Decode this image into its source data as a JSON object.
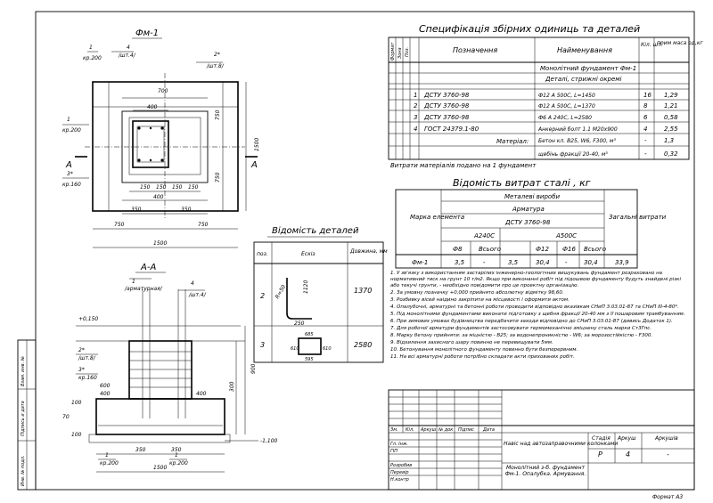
{
  "drawing": {
    "plan_title": "Фм-1",
    "section_title": "А-А",
    "plan_callouts": [
      "4",
      "/шт.4/",
      "2*",
      "/шт.8/",
      "1",
      "кр.200",
      "1",
      "кр.200",
      "3*",
      "кр.160"
    ],
    "plan_dims": [
      "700",
      "400",
      "750",
      "750",
      "1500",
      "150",
      "150",
      "150",
      "150",
      "400",
      "350",
      "350",
      "750",
      "750",
      "1500"
    ],
    "section_mark": "А",
    "section_callouts": [
      "1",
      "/арматурная/",
      "4",
      "/шт.4/",
      "2*",
      "/шт.8/",
      "3*",
      "кр.160",
      "1",
      "кр.200",
      "1",
      "кр.200"
    ],
    "section_dims": [
      "+0,150",
      "600",
      "400",
      "400",
      "100",
      "70",
      "100",
      "300",
      "900",
      "350",
      "350",
      "1500",
      "-1,100"
    ]
  },
  "spec": {
    "title": "Специфікація  збірних  одиниць  та  деталей",
    "head": {
      "format": "Формат",
      "zone": "Зона",
      "pos": "Поз.",
      "designation": "Позначення",
      "name": "Найменування",
      "qty": "Кіл. шт.",
      "mass": "прим маса од,кг"
    },
    "group1": "Монолітний фундамент Фм-1",
    "group2": "Деталі, стрижні окремі",
    "rows": [
      {
        "pos": "1",
        "designation": "ДСТУ 3760-98",
        "name": "Ф12 А 500С, L=1450",
        "qty": "16",
        "mass": "1,29"
      },
      {
        "pos": "2",
        "designation": "ДСТУ 3760-98",
        "name": "Ф12 А 500С, L=1370",
        "qty": "8",
        "mass": "1,21"
      },
      {
        "pos": "3",
        "designation": "ДСТУ 3760-98",
        "name": "Ф6 А 240С, L=2580",
        "qty": "6",
        "mass": "0,58"
      },
      {
        "pos": "4",
        "designation": "ГОСТ 24379.1-80",
        "name": "Анкерний болт 1.1  М20х900",
        "qty": "4",
        "mass": "2,55"
      }
    ],
    "materials_label": "Матеріал:",
    "materials": [
      {
        "name": "Бетон кл. В25, W6, F300,   м³",
        "qty": "-",
        "mass": "1,3"
      },
      {
        "name": "щебінь фракції 20-40,   м³",
        "qty": "-",
        "mass": "0,32"
      }
    ],
    "note": "Витрати матеріалів подано на 1 фундамент"
  },
  "steel": {
    "title": "Відомість  витрат сталі , кг",
    "h_mark": "Марка елемента",
    "h_metal": "Металеві вироби",
    "h_arm": "Арматура",
    "h_std": "ДСТУ 3760-98",
    "h_a240": "А240С",
    "h_a500": "А500С",
    "h_total": "Загальні витрати",
    "h_cells": [
      "Ф8",
      "Всього",
      "Ф12",
      "Ф16",
      "Всього"
    ],
    "row": {
      "mark": "Фм-1",
      "cells": [
        "3,5",
        "-",
        "3,5",
        "30,4",
        "-",
        "30,4",
        "33,9"
      ]
    }
  },
  "details": {
    "title": "Відомість   деталей",
    "head": {
      "pos": "поз.",
      "sketch": "Ескіз",
      "length": "Довжина, мм"
    },
    "rows": [
      {
        "pos": "2",
        "length": "1370",
        "dims": [
          "R=50",
          "1120",
          "250"
        ]
      },
      {
        "pos": "3",
        "length": "2580",
        "dims": [
          "685",
          "610",
          "610",
          "595"
        ]
      }
    ]
  },
  "notes": [
    "1. У зв'язку з використанням застарілих інженерно-геологічних вишукувань фундамент розраховано на нормативний тиск на грунт 10 т/м2. Якщо при виконанні робіт під підошвою фундаменту будуть знайдені різкі або текучі грунти, - необхідно повідомити про це проектну організацію.",
    "2. За умовну позначку +0,000 прийнято абсолютну відмітку 98,60.",
    "3. Розбивку вісей наідино закріпити на місцевості і оформити актом.",
    "4. Опалубочні, арматурні та бетонні роботи проводити відповідно вказівкам СНиП 3.03.01-87 та СНиП III-4-80*.",
    "5. Під монолітними фундаментами виконати підготовку з щебня фракції 20-40 мм з її пошаровим трамбуванням.",
    "6. При зимових умовах будівництва передбачити заходи відповідно до СНиП 3.03.01-87 (дивись Додаток 1).",
    "7. Для робочої арматури фундаментів застосовувати термомеханічно зміцнену сталь марки Ст3Гпс.",
    "8. Марку бетону прийняти: за міцністю - В25; за водонепроникністю - W6; за морозостійкістю - F300.",
    "9. Відхилення захисного шару повинно не перевищувати 5мм.",
    "10. Бетонування монолітного фундаменту повинно бути безперервним.",
    "11. На всі арматурні роботи потрібно складати акти прихованих робіт."
  ],
  "stamp": {
    "change_head": [
      "Зм.",
      "Кіл.",
      "Аркуш",
      "№ док",
      "Підпис",
      "Дата"
    ],
    "roles": [
      "Гл. Інж.",
      "ГІП",
      "Розробив",
      "Перевір",
      "Н.контр"
    ],
    "project": "Навіс над автозаправочними колонками",
    "sheet_title": "Монолітний з-б. фундамент Фм-1. Опалубка. Армування.",
    "stage_head": "Стадія",
    "sheet_head": "Аркуш",
    "sheets_head": "Аркушів",
    "stage": "Р",
    "sheet": "4",
    "sheets": "-",
    "format": "Формат А3",
    "side_labels": [
      "Взам. инв. №",
      "Підпись и дата",
      "Инв. № подл."
    ]
  }
}
